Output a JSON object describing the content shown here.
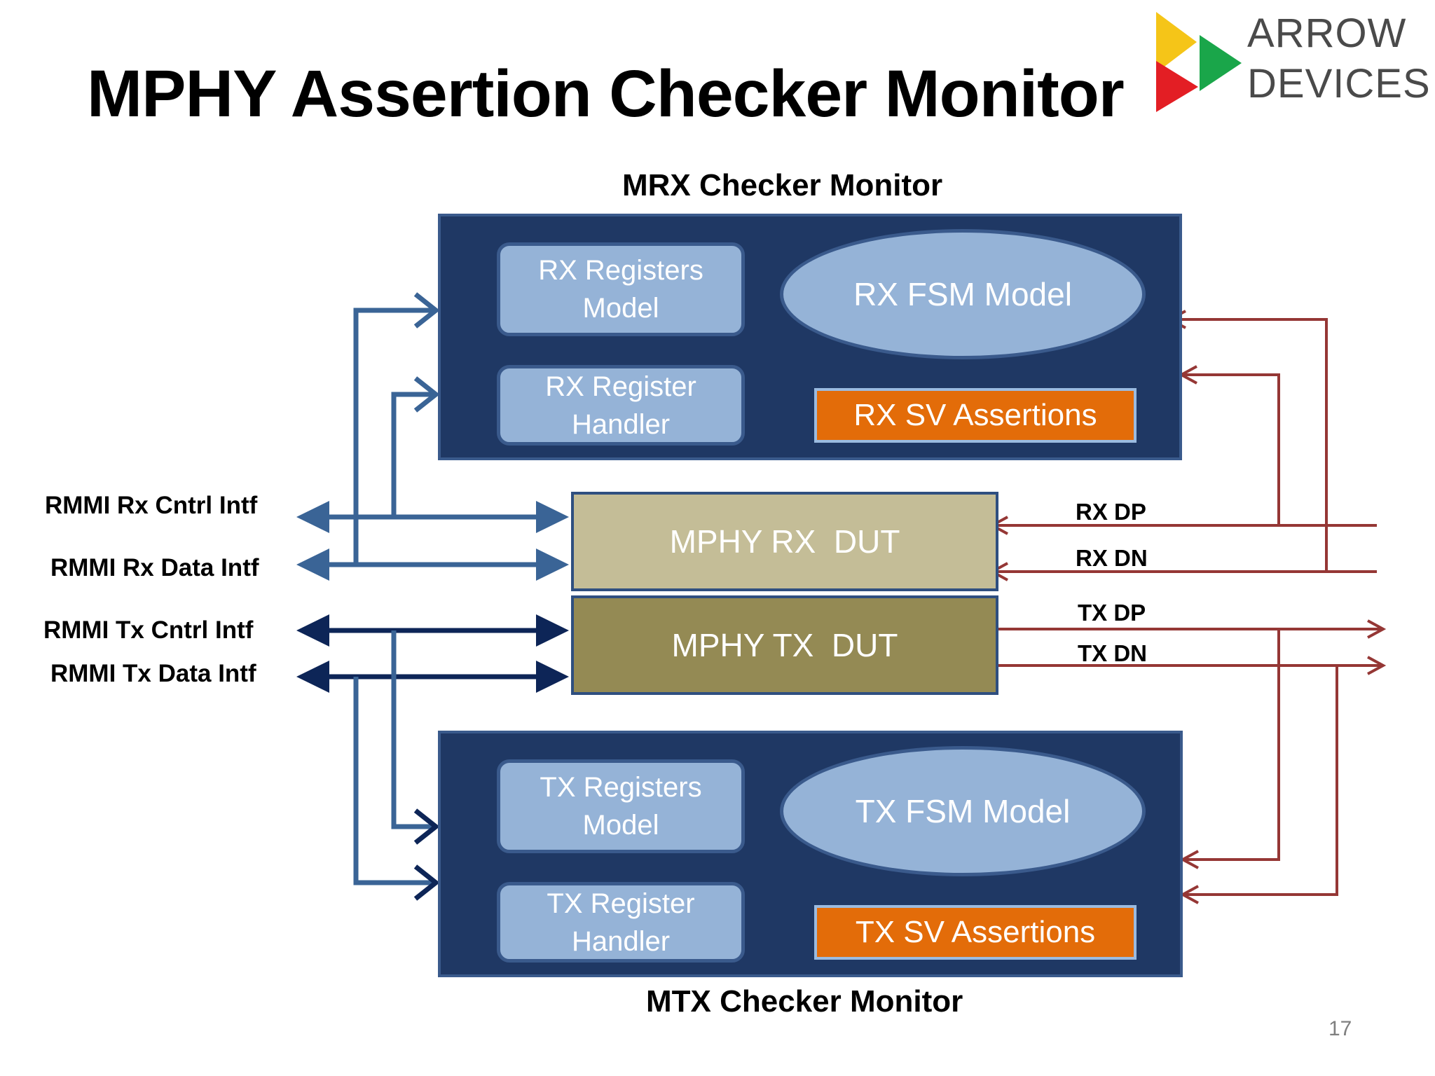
{
  "title": "MPHY Assertion Checker Monitor",
  "logo": {
    "line1": "ARROW",
    "line2": "DEVICES"
  },
  "mrx": {
    "label": "MRX Checker Monitor",
    "registers_model": "RX Registers Model",
    "register_handler": "RX Register Handler",
    "fsm_model": "RX FSM Model",
    "sv_assertions": "RX SV Assertions"
  },
  "mtx": {
    "label": "MTX Checker Monitor",
    "registers_model": "TX Registers Model",
    "register_handler": "TX Register Handler",
    "fsm_model": "TX FSM Model",
    "sv_assertions": "TX SV Assertions"
  },
  "dut": {
    "rx": "MPHY RX  DUT",
    "tx": "MPHY TX  DUT"
  },
  "interfaces": {
    "rx_cntrl": "RMMI Rx Cntrl Intf",
    "rx_data": "RMMI Rx Data Intf",
    "tx_cntrl": "RMMI Tx Cntrl Intf",
    "tx_data": "RMMI Tx Data Intf"
  },
  "signals": {
    "rx_dp": "RX DP",
    "rx_dn": "RX DN",
    "tx_dp": "TX DP",
    "tx_dn": "TX DN"
  },
  "page_number": "17",
  "colors": {
    "monitor": "#1f3864",
    "rx_wire": "#3a6496",
    "tx_wire": "#0d2557",
    "serial_wire": "#953735",
    "assert": "#e36c09"
  }
}
